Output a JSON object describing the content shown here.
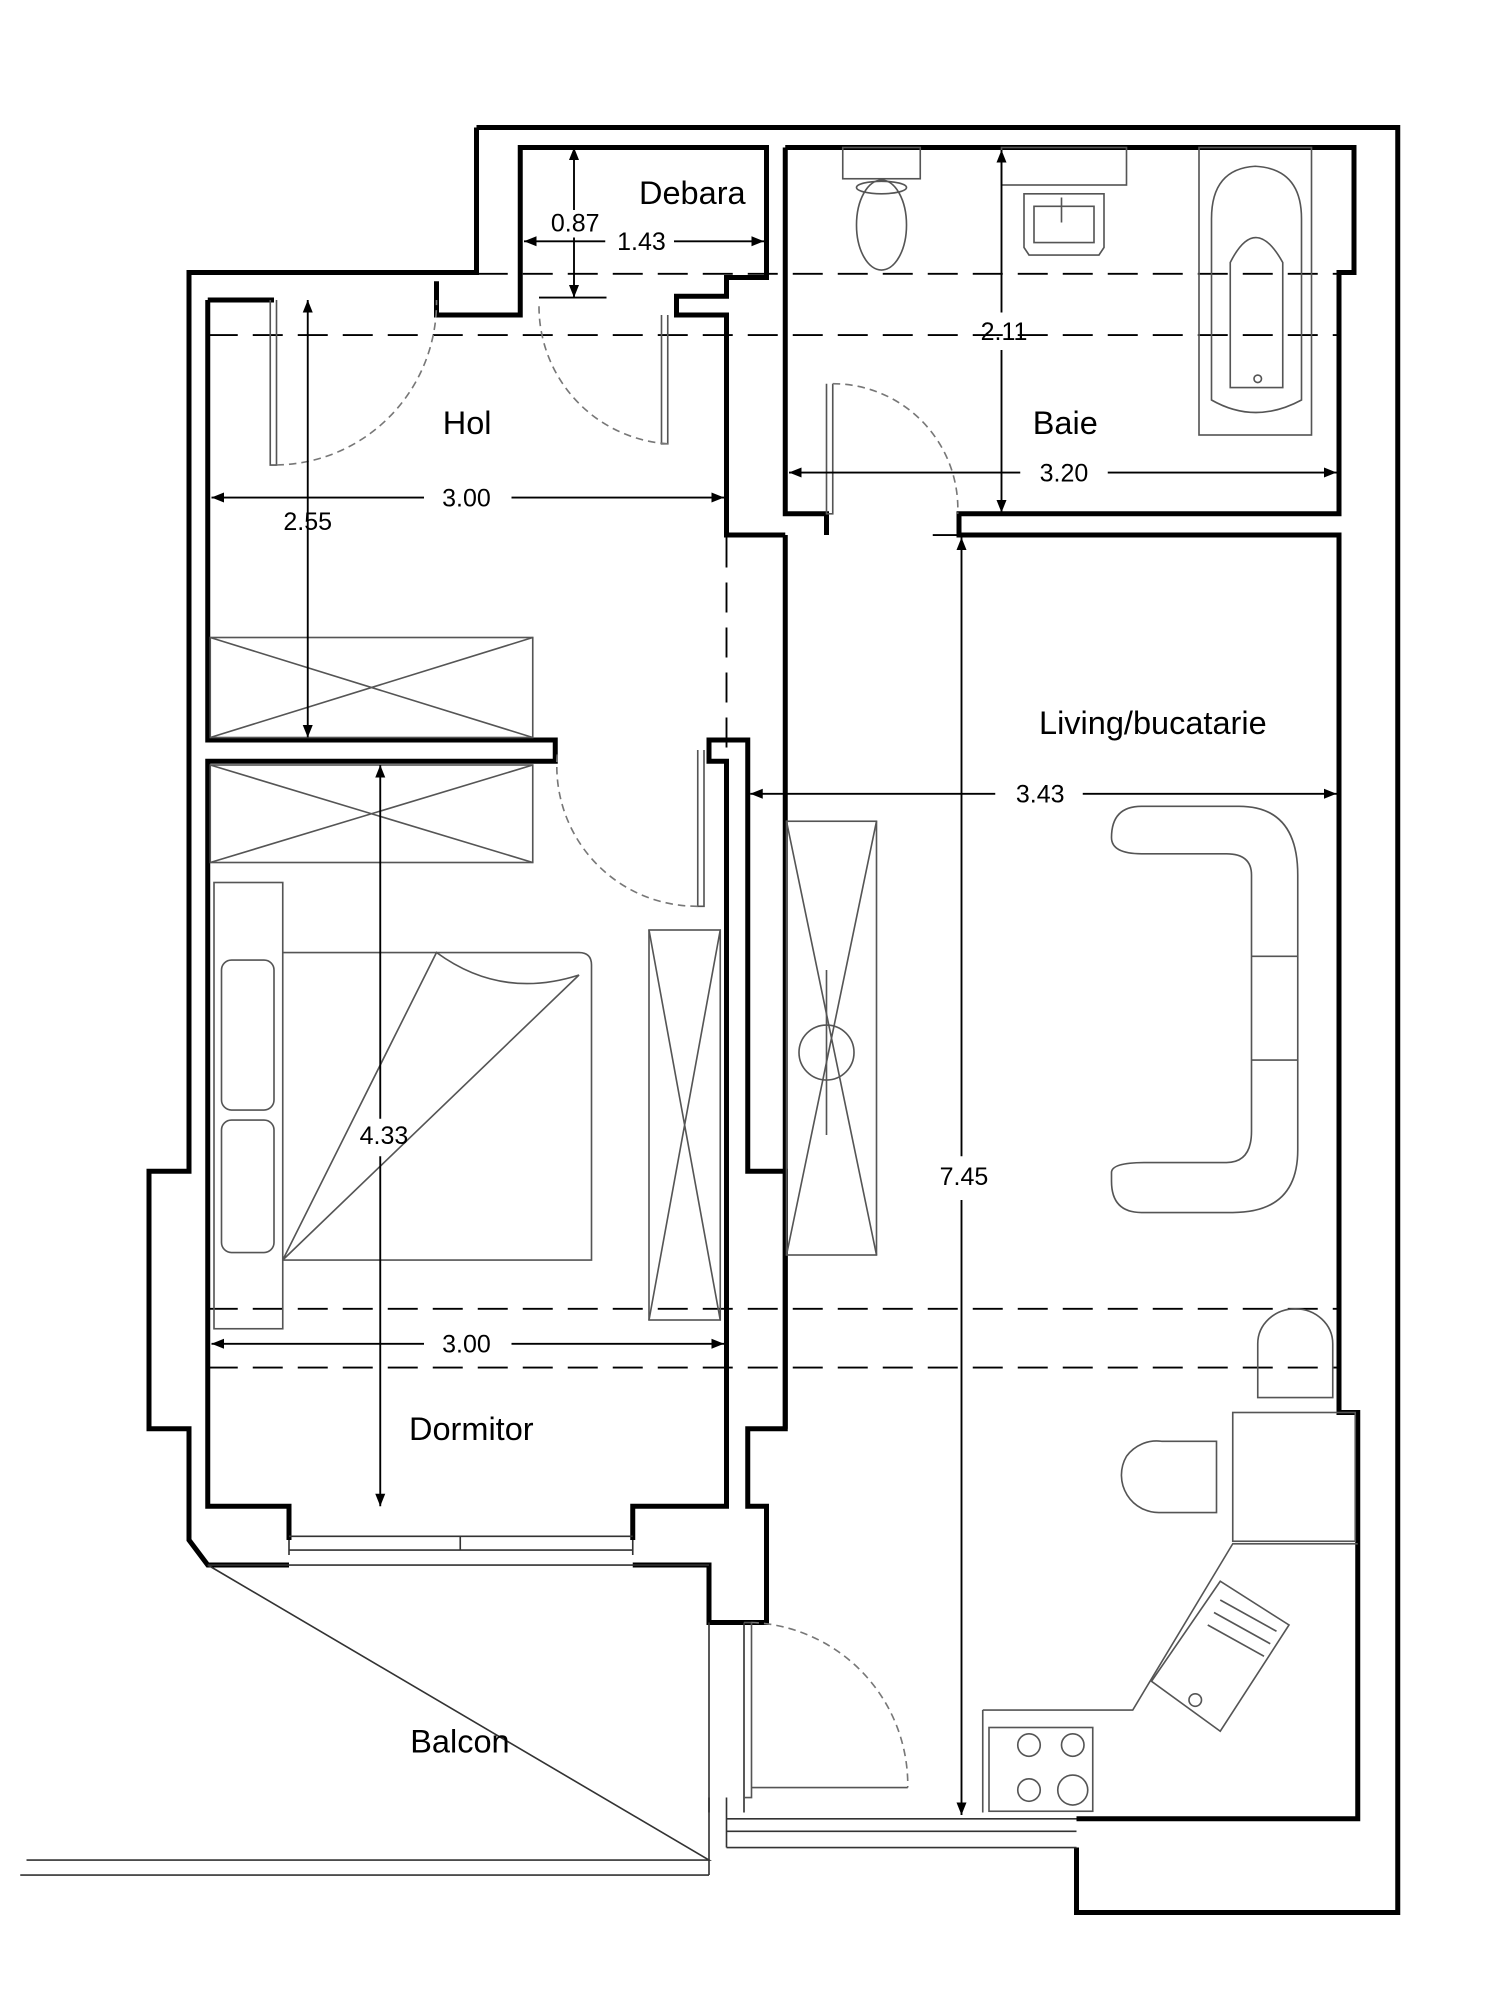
{
  "rooms": {
    "debara": "Debara",
    "hol": "Hol",
    "baie": "Baie",
    "living": "Living/bucatarie",
    "dormitor": "Dormitor",
    "balcon": "Balcon"
  },
  "dimensions": {
    "debara_height": "0.87",
    "debara_width": "1.43",
    "baie_height": "2.11",
    "baie_width": "3.20",
    "hol_width": "3.00",
    "hol_height": "2.55",
    "living_width": "3.43",
    "living_height": "7.45",
    "dormitor_height": "4.33",
    "dormitor_width": "3.00"
  }
}
